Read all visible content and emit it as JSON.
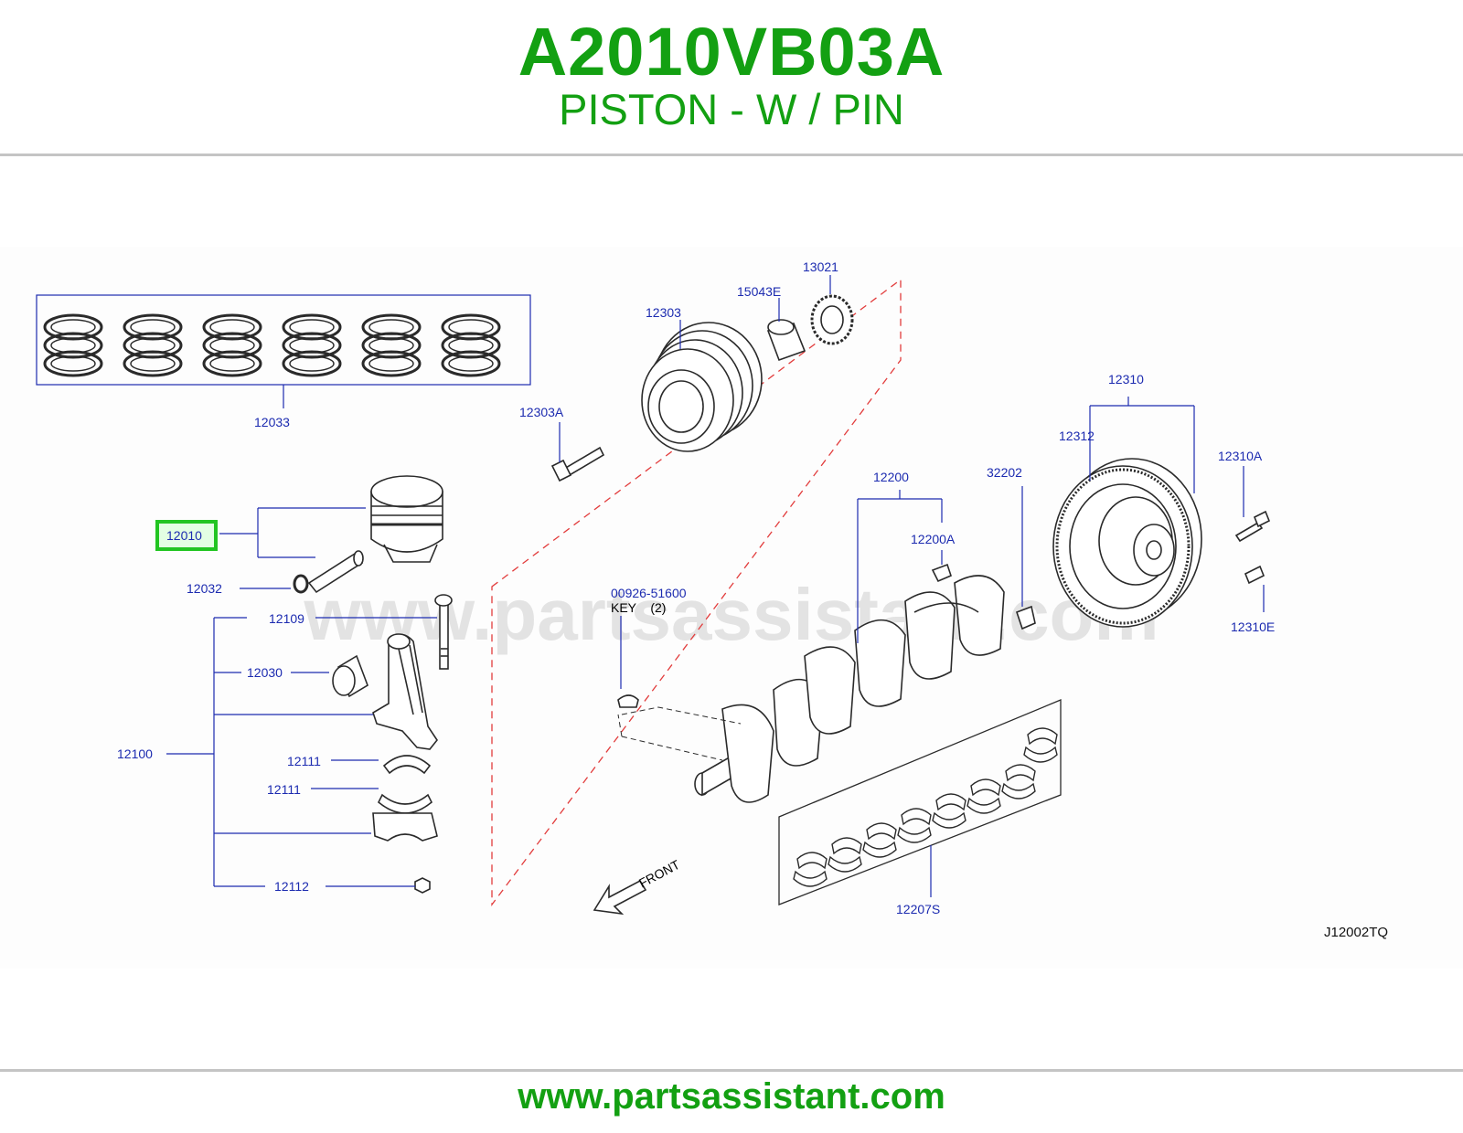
{
  "header": {
    "part_number": "A2010VB03A",
    "part_name": "PISTON - W / PIN"
  },
  "diagram": {
    "watermark": "www.partsassistant.com",
    "drawing_code": "J12002TQ",
    "front_label": "FRONT",
    "key_label": "KEY    (2)",
    "highlighted_callout": "12010",
    "callouts": {
      "c12033": "12033",
      "c12010": "12010",
      "c12032": "12032",
      "c12109": "12109",
      "c12030": "12030",
      "c12100": "12100",
      "c12111a": "12111",
      "c12111b": "12111",
      "c12112": "12112",
      "c12303": "12303",
      "c15043E": "15043E",
      "c13021": "13021",
      "c12303A": "12303A",
      "c00926": "00926-51600",
      "c12200": "12200",
      "c12200A": "12200A",
      "c32202": "32202",
      "c12310": "12310",
      "c12312": "12312",
      "c12310A": "12310A",
      "c12310E": "12310E",
      "c12207S": "12207S"
    },
    "colors": {
      "callout": "#1c2bb0",
      "highlight": "#22c522",
      "accent": "#13a012",
      "dashed": "#e23c3c"
    }
  },
  "footer": {
    "url": "www.partsassistant.com"
  }
}
